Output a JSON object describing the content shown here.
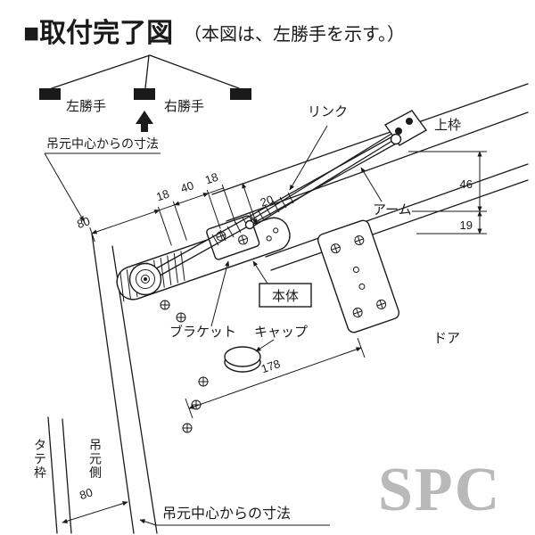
{
  "title": {
    "heading": "■取付完了図",
    "sub": "（本図は、左勝手を示す。）"
  },
  "handedness": {
    "left": "左勝手",
    "right": "右勝手"
  },
  "notes": {
    "top": "吊元中心からの寸法",
    "bottom": "吊元中心からの寸法"
  },
  "labels": {
    "link": "リンク",
    "top_frame": "上枠",
    "arm": "アーム",
    "body": "本体",
    "bracket": "ブラケット",
    "cap": "キャップ",
    "door": "ドア",
    "vertical_frame": "タテ枠",
    "hinge_side": "吊元側"
  },
  "dims": {
    "top_80": "80",
    "d18a": "18",
    "d40": "40",
    "d18b": "18",
    "d20": "20",
    "d46": "46",
    "d19": "19",
    "d178": "178",
    "bottom_80": "80"
  },
  "watermark": "SPC",
  "colors": {
    "ink": "#1a1a1a",
    "watermark": "#b9b9b9",
    "paper": "#ffffff"
  }
}
